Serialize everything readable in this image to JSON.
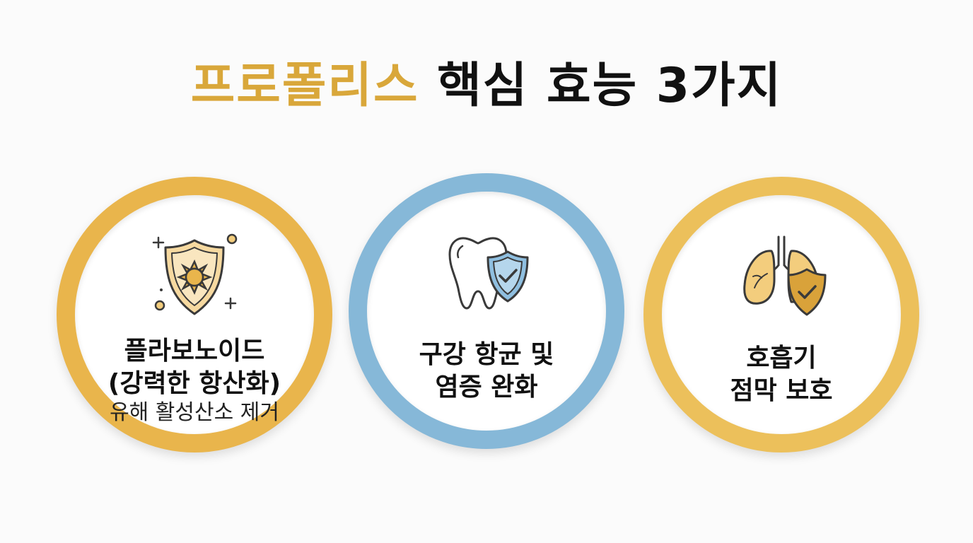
{
  "title": {
    "highlight": "프로폴리스",
    "rest": " 핵심 효능 3가지",
    "highlight_color": "#d9a73a"
  },
  "cards": [
    {
      "ring_color": "#e9b54c",
      "icon": "sun-shield-icon",
      "line1": "플라보노이드",
      "line2": "(강력한 항산화)",
      "sub": "유해 활성산소 제거"
    },
    {
      "ring_color": "#86b8d8",
      "icon": "tooth-shield-icon",
      "line1": "구강 항균 및",
      "line2": "염증 완화"
    },
    {
      "ring_color": "#ecc05b",
      "icon": "lungs-shield-icon",
      "line1": "호흡기",
      "line2": "점막 보호"
    }
  ]
}
